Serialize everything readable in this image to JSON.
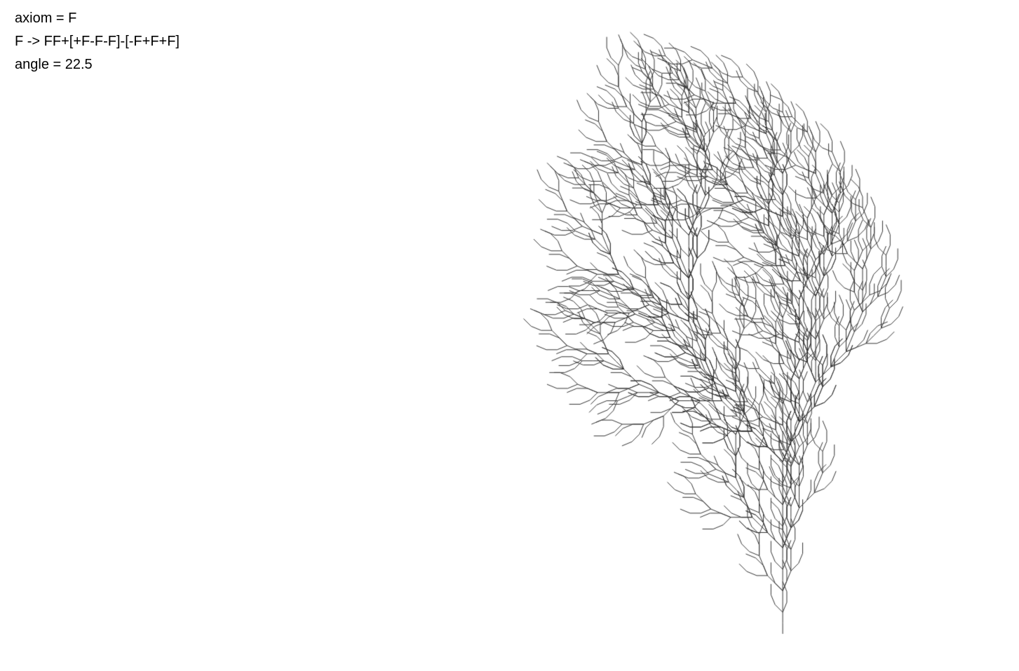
{
  "rules": {
    "axiom_line": "axiom = F",
    "rule_line": "F -> FF+[+F-F-F]-[-F+F+F]",
    "angle_line": "angle = 22.5"
  },
  "lsystem": {
    "axiom": "F",
    "rules": {
      "F": "FF+[+F-F-F]-[-F+F+F]"
    },
    "angle": 22.5,
    "iterations": 4
  },
  "colors": {
    "background": "#ffffff",
    "text": "#000000",
    "stroke": "#333333"
  }
}
